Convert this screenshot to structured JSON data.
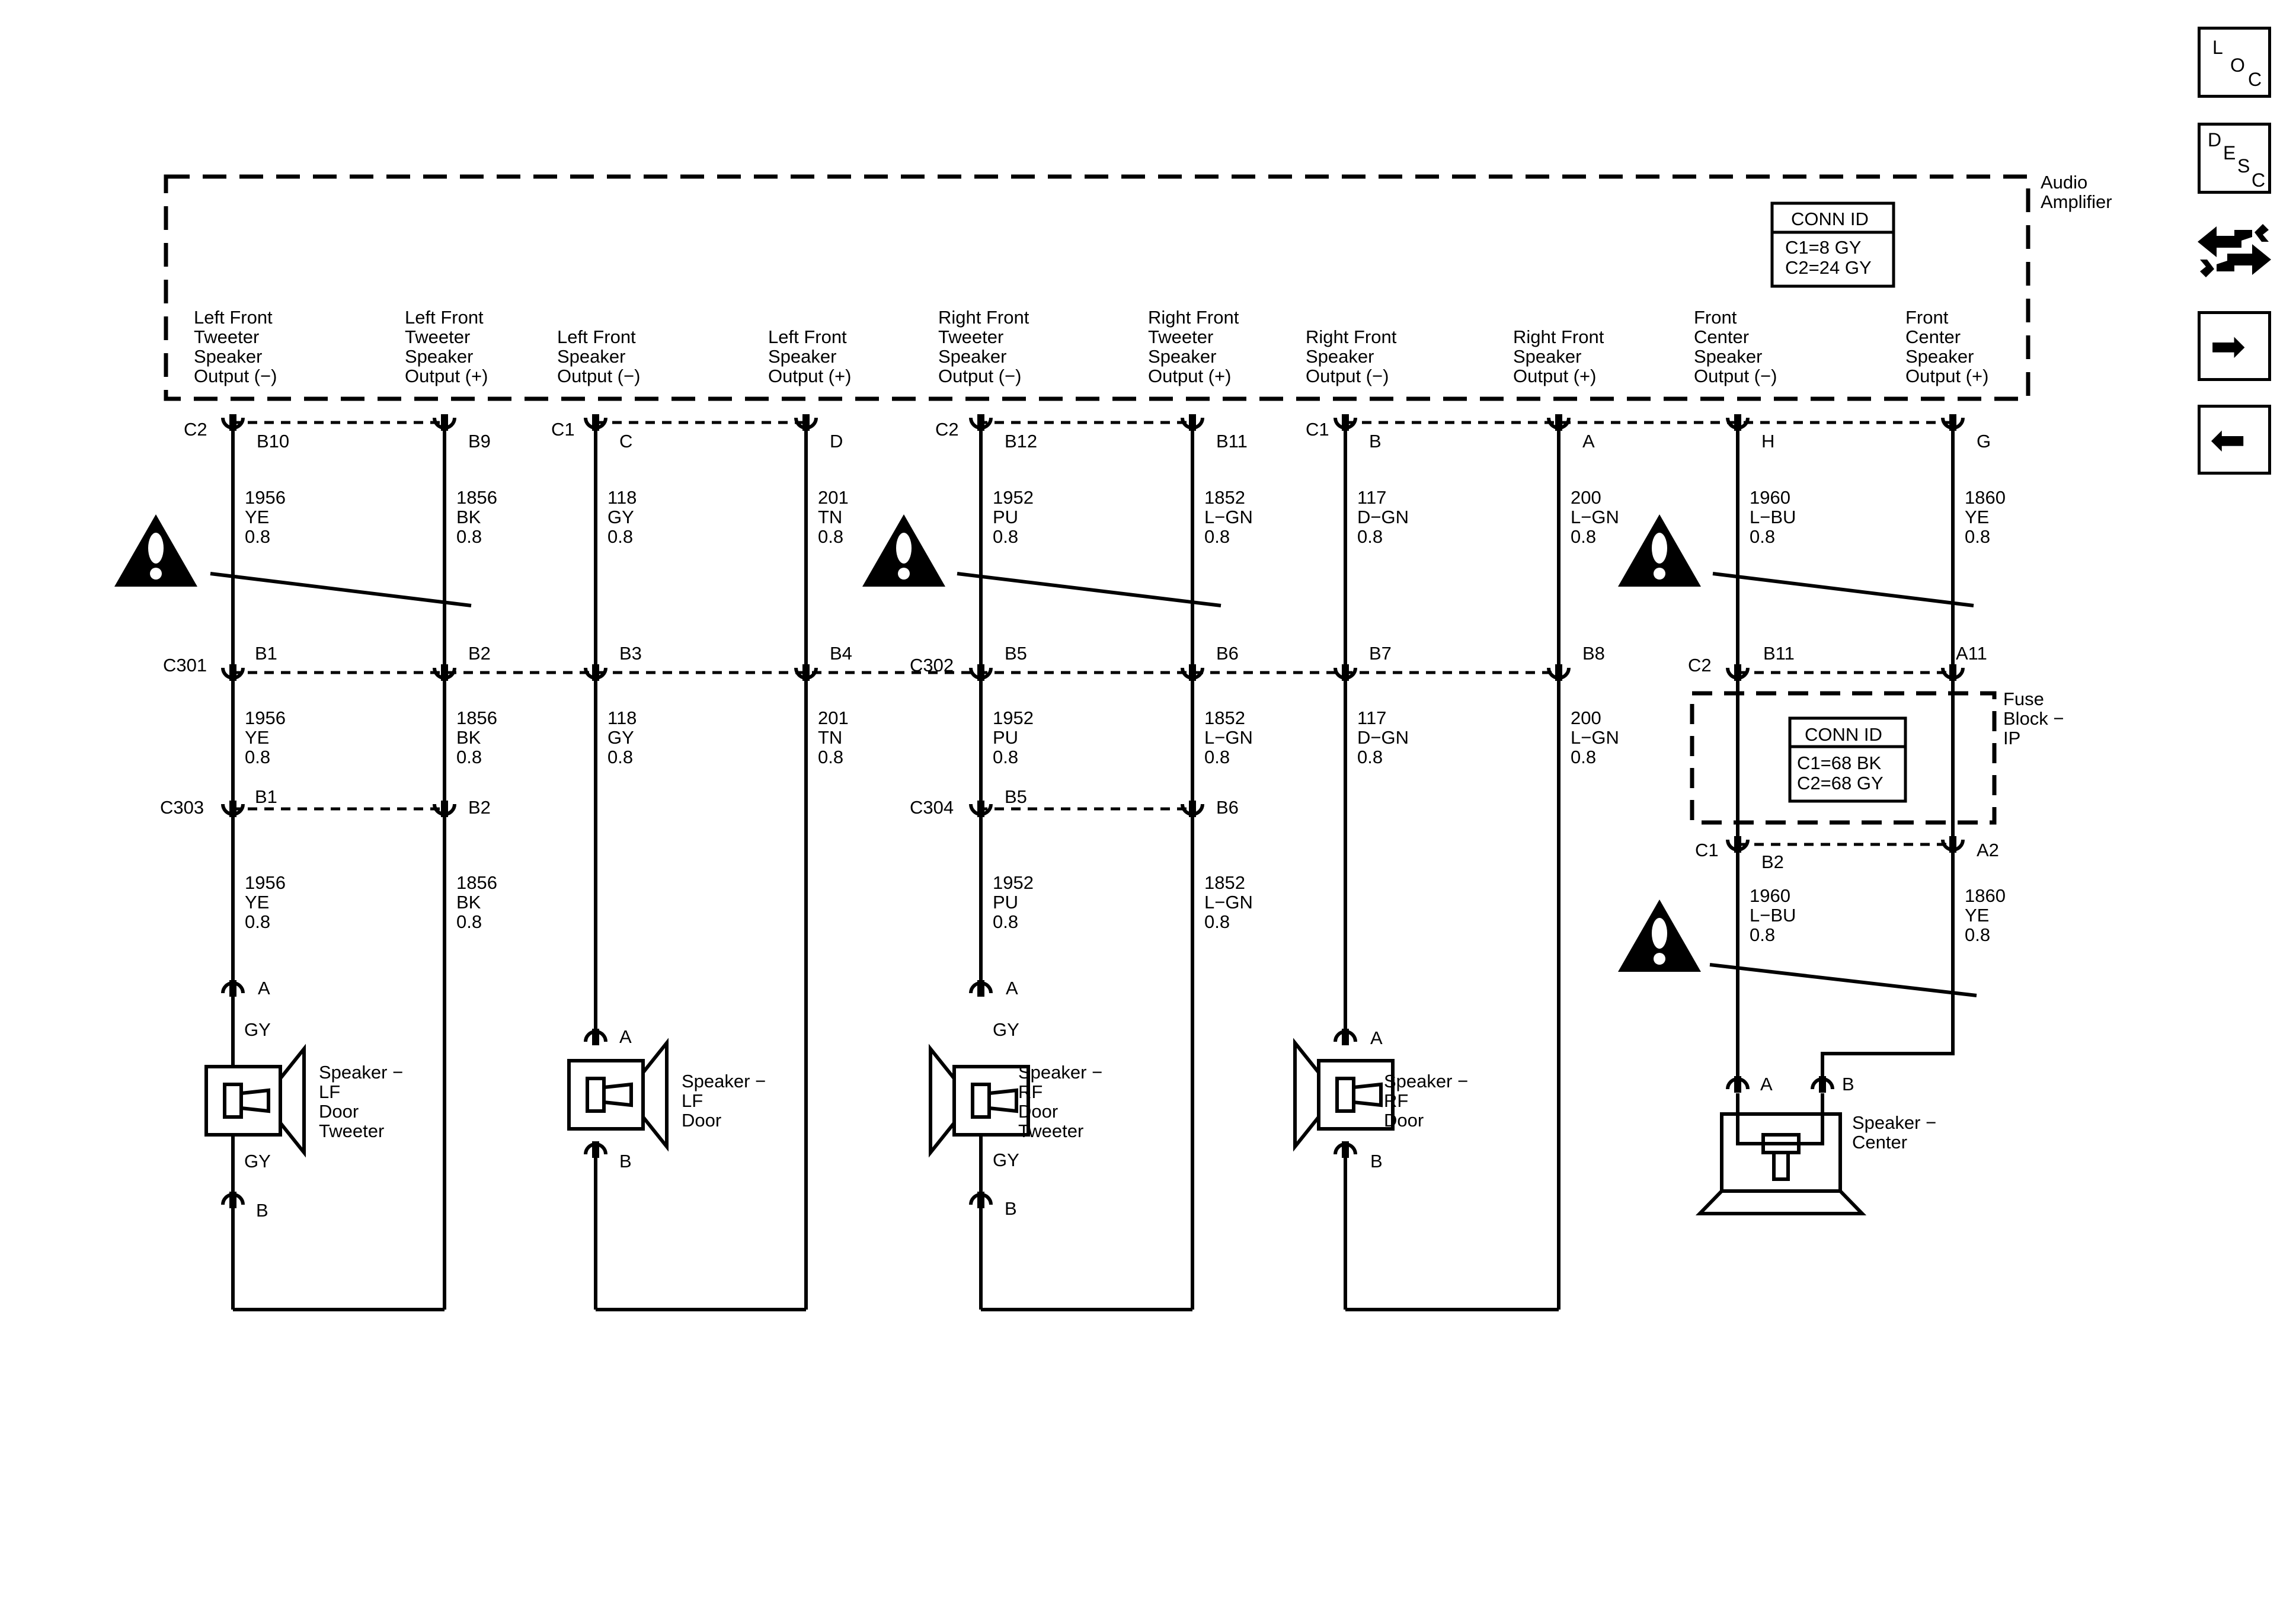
{
  "amplifier": {
    "name_lines": [
      "Audio",
      "Amplifier"
    ],
    "conn_id": {
      "title": "CONN ID",
      "lines": [
        "C1=8 GY",
        "C2=24 GY"
      ]
    },
    "outputs": [
      {
        "lines": [
          "Left Front",
          "Tweeter",
          "Speaker",
          "Output (−)"
        ]
      },
      {
        "lines": [
          "Left Front",
          "Tweeter",
          "Speaker",
          "Output (+)"
        ]
      },
      {
        "lines": [
          "Left Front",
          "Speaker",
          "Output (−)"
        ]
      },
      {
        "lines": [
          "Left Front",
          "Speaker",
          "Output (+)"
        ]
      },
      {
        "lines": [
          "Right Front",
          "Tweeter",
          "Speaker",
          "Output (−)"
        ]
      },
      {
        "lines": [
          "Right Front",
          "Tweeter",
          "Speaker",
          "Output (+)"
        ]
      },
      {
        "lines": [
          "Right Front",
          "Speaker",
          "Output (−)"
        ]
      },
      {
        "lines": [
          "Right Front",
          "Speaker",
          "Output (+)"
        ]
      },
      {
        "lines": [
          "Front",
          "Center",
          "Speaker",
          "Output (−)"
        ]
      },
      {
        "lines": [
          "Front",
          "Center",
          "Speaker",
          "Output (+)"
        ]
      }
    ],
    "connector_names": [
      "C2",
      "C1",
      "C2",
      "C1"
    ],
    "pins": [
      "B10",
      "B9",
      "C",
      "D",
      "B12",
      "B11",
      "B",
      "A",
      "H",
      "G"
    ]
  },
  "wires_top": [
    [
      "1956",
      "YE",
      "0.8"
    ],
    [
      "1856",
      "BK",
      "0.8"
    ],
    [
      "118",
      "GY",
      "0.8"
    ],
    [
      "201",
      "TN",
      "0.8"
    ],
    [
      "1952",
      "PU",
      "0.8"
    ],
    [
      "1852",
      "L−GN",
      "0.8"
    ],
    [
      "117",
      "D−GN",
      "0.8"
    ],
    [
      "200",
      "L−GN",
      "0.8"
    ],
    [
      "1960",
      "L−BU",
      "0.8"
    ],
    [
      "1860",
      "YE",
      "0.8"
    ]
  ],
  "inline_row1": {
    "connectors": [
      "C301",
      "C302",
      "C2"
    ],
    "pins": [
      "B1",
      "B2",
      "B3",
      "B4",
      "B5",
      "B6",
      "B7",
      "B8",
      "B11",
      "A11"
    ]
  },
  "wires_mid": [
    [
      "1956",
      "YE",
      "0.8"
    ],
    [
      "1856",
      "BK",
      "0.8"
    ],
    [
      "118",
      "GY",
      "0.8"
    ],
    [
      "201",
      "TN",
      "0.8"
    ],
    [
      "1952",
      "PU",
      "0.8"
    ],
    [
      "1852",
      "L−GN",
      "0.8"
    ],
    [
      "117",
      "D−GN",
      "0.8"
    ],
    [
      "200",
      "L−GN",
      "0.8"
    ]
  ],
  "fuse_block": {
    "name_lines": [
      "Fuse",
      "Block −",
      "IP"
    ],
    "conn_id": {
      "title": "CONN ID",
      "lines": [
        "C1=68 BK",
        "C2=68 GY"
      ]
    },
    "bottom_connector": "C1",
    "bottom_pins": [
      "B2",
      "A2"
    ]
  },
  "inline_row2": {
    "connectors": [
      "C303",
      "C304"
    ],
    "pins": [
      "B1",
      "B2",
      "B5",
      "B6"
    ]
  },
  "wires_low": [
    [
      "1956",
      "YE",
      "0.8"
    ],
    [
      "1856",
      "BK",
      "0.8"
    ],
    [
      "1952",
      "PU",
      "0.8"
    ],
    [
      "1852",
      "L−GN",
      "0.8"
    ]
  ],
  "wires_center_low": [
    [
      "1960",
      "L−BU",
      "0.8"
    ],
    [
      "1860",
      "YE",
      "0.8"
    ]
  ],
  "speakers": [
    {
      "name_lines": [
        "Speaker −",
        "LF",
        "Door",
        "Tweeter"
      ],
      "pins": [
        "A",
        "B"
      ],
      "lead_colors": [
        "GY",
        "GY"
      ]
    },
    {
      "name_lines": [
        "Speaker −",
        "LF",
        "Door"
      ],
      "pins": [
        "A",
        "B"
      ]
    },
    {
      "name_lines": [
        "Speaker −",
        "RF",
        "Door",
        "Tweeter"
      ],
      "pins": [
        "A",
        "B"
      ],
      "lead_colors": [
        "GY",
        "GY"
      ]
    },
    {
      "name_lines": [
        "Speaker −",
        "RF",
        "Door"
      ],
      "pins": [
        "A",
        "B"
      ]
    },
    {
      "name_lines": [
        "Speaker −",
        "Center"
      ],
      "pins": [
        "A",
        "B"
      ]
    }
  ],
  "nav": {
    "loc": [
      "L",
      "O",
      "C"
    ],
    "desc": [
      "D",
      "E",
      "S",
      "C"
    ],
    "next_arrow": "➡",
    "prev_arrow": "⬅"
  }
}
